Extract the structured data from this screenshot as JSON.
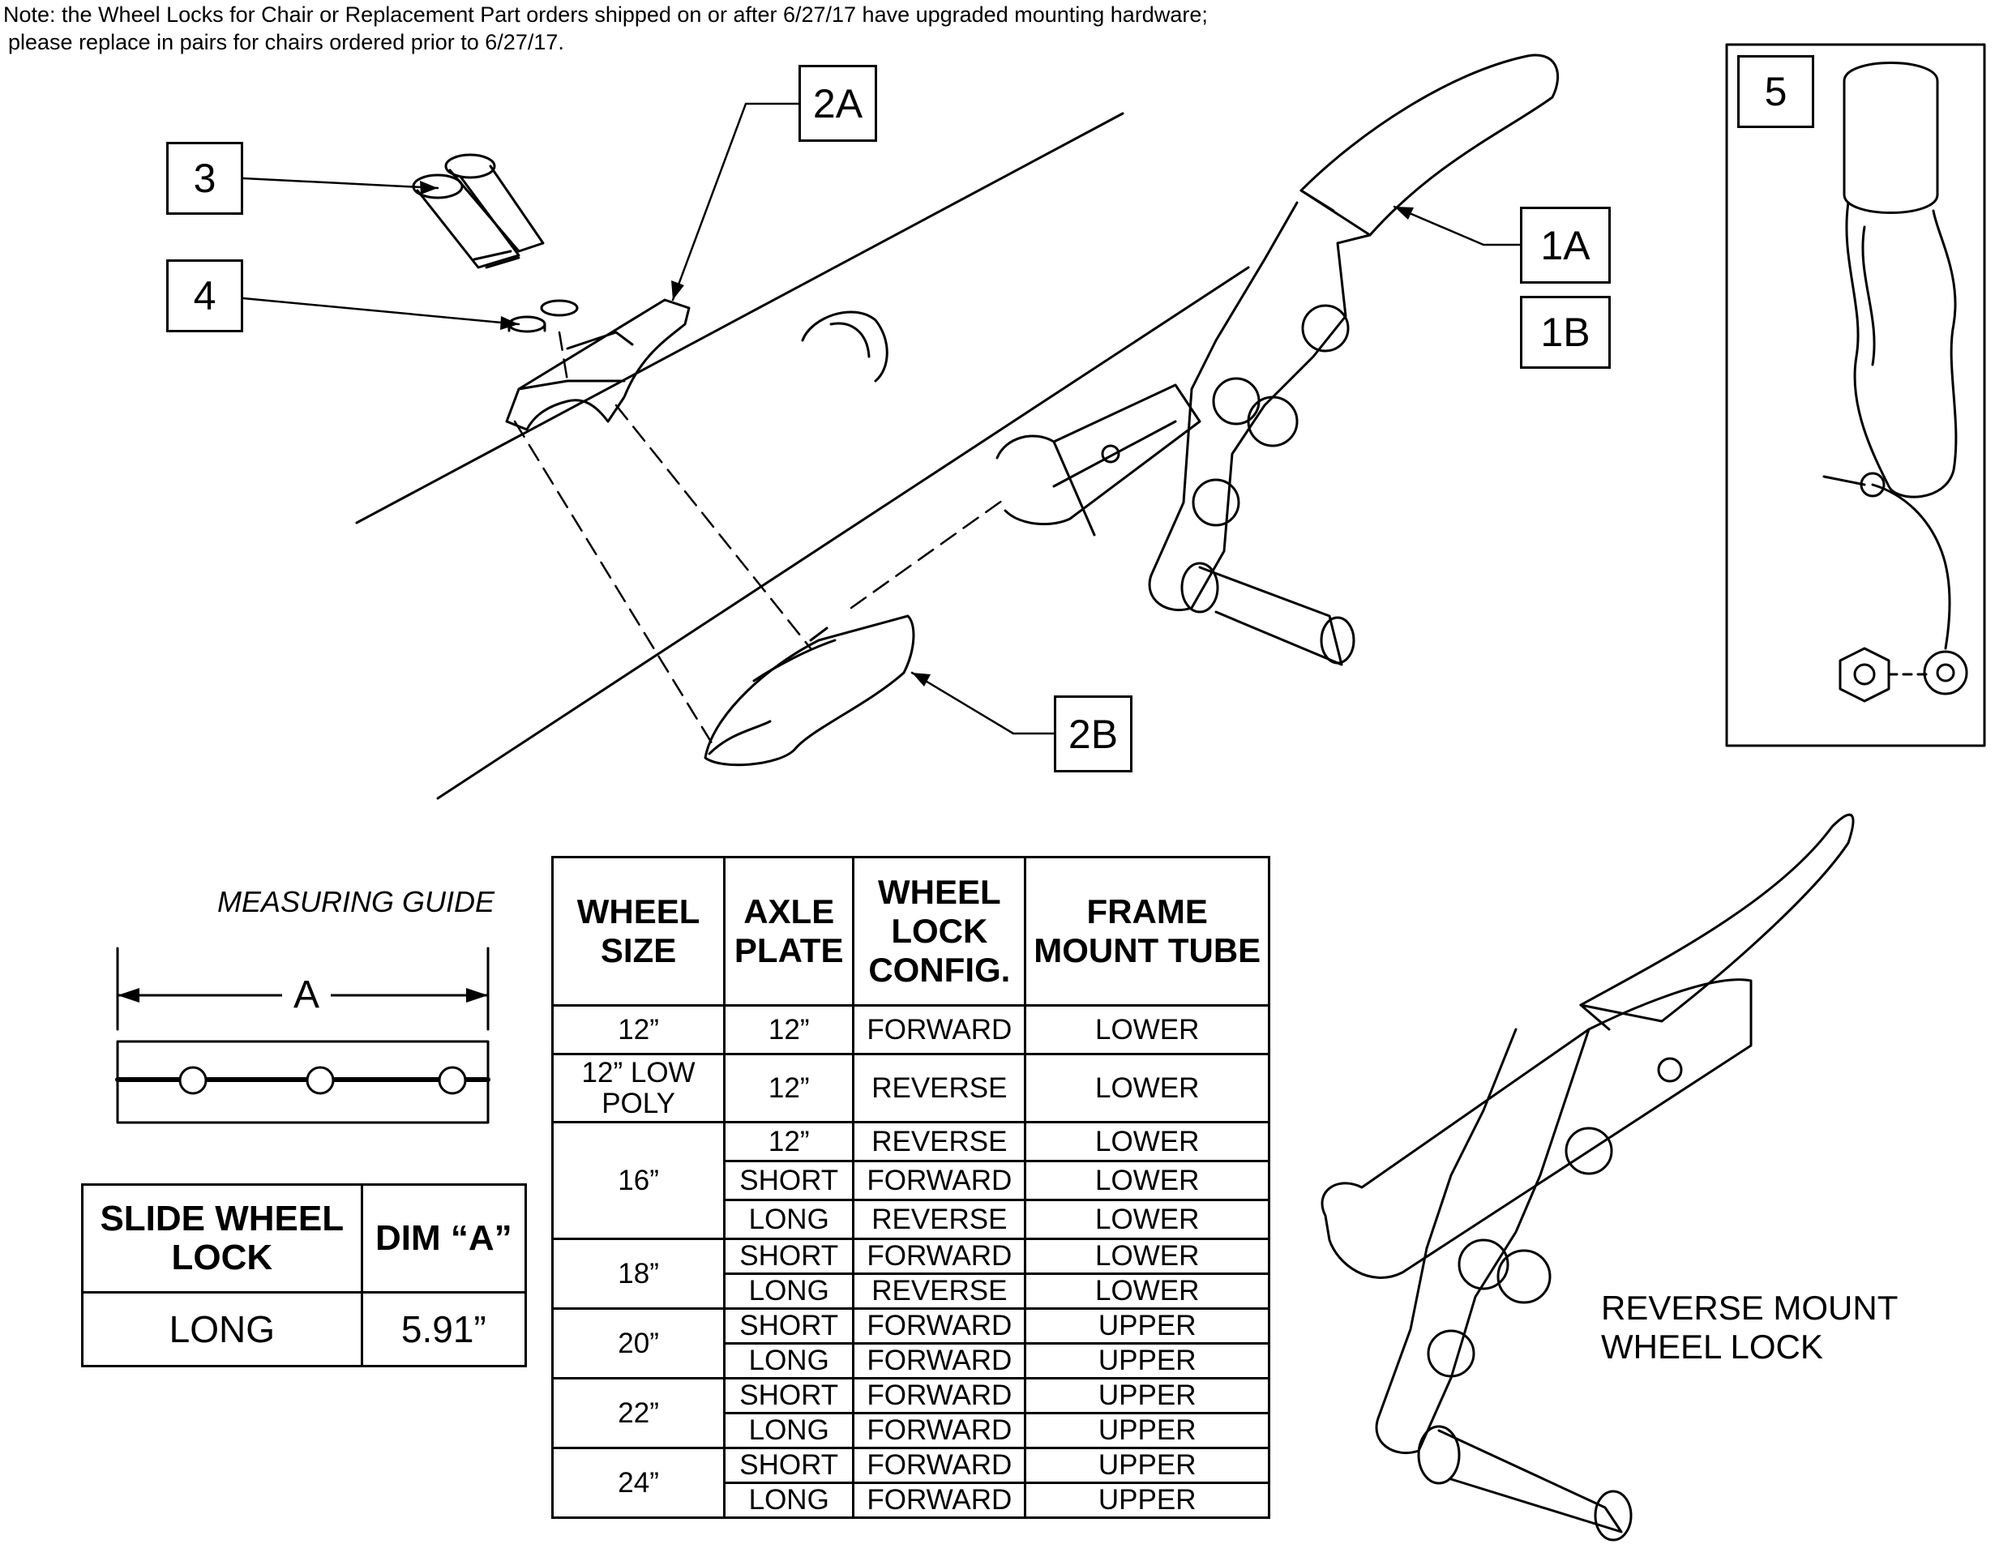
{
  "note": {
    "line1": "Note: the Wheel Locks for Chair or Replacement Part orders shipped on or after 6/27/17 have upgraded mounting hardware;",
    "line2": "please replace in pairs for chairs ordered prior to 6/27/17."
  },
  "callouts": {
    "c1a": "1A",
    "c1b": "1B",
    "c2a": "2A",
    "c2b": "2B",
    "c3": "3",
    "c4": "4",
    "c5": "5"
  },
  "measuring_guide": {
    "title": "MEASURING GUIDE",
    "dim_label": "A"
  },
  "slide_table": {
    "headers": [
      "SLIDE WHEEL LOCK",
      "DIM “A”"
    ],
    "rows": [
      [
        "LONG",
        "5.91”"
      ]
    ]
  },
  "main_table": {
    "headers": [
      "WHEEL SIZE",
      "AXLE PLATE",
      "WHEEL LOCK CONFIG.",
      "FRAME MOUNT TUBE"
    ],
    "rows": [
      {
        "wheel": "12”",
        "axle": "12”",
        "config": "FORWARD",
        "tube": "LOWER"
      },
      {
        "wheel": "12” LOW POLY",
        "axle": "12”",
        "config": "REVERSE",
        "tube": "LOWER"
      },
      {
        "wheel": "16”",
        "axle": "12”",
        "config": "REVERSE",
        "tube": "LOWER"
      },
      {
        "wheel": "",
        "axle": "SHORT",
        "config": "FORWARD",
        "tube": "LOWER"
      },
      {
        "wheel": "",
        "axle": "LONG",
        "config": "REVERSE",
        "tube": "LOWER"
      },
      {
        "wheel": "18”",
        "axle": "SHORT",
        "config": "FORWARD",
        "tube": "LOWER"
      },
      {
        "wheel": "",
        "axle": "LONG",
        "config": "REVERSE",
        "tube": "LOWER"
      },
      {
        "wheel": "20”",
        "axle": "SHORT",
        "config": "FORWARD",
        "tube": "UPPER"
      },
      {
        "wheel": "",
        "axle": "LONG",
        "config": "FORWARD",
        "tube": "UPPER"
      },
      {
        "wheel": "22”",
        "axle": "SHORT",
        "config": "FORWARD",
        "tube": "UPPER"
      },
      {
        "wheel": "",
        "axle": "LONG",
        "config": "FORWARD",
        "tube": "UPPER"
      },
      {
        "wheel": "24”",
        "axle": "SHORT",
        "config": "FORWARD",
        "tube": "UPPER"
      },
      {
        "wheel": "",
        "axle": "LONG",
        "config": "FORWARD",
        "tube": "UPPER"
      }
    ]
  },
  "reverse_label": {
    "line1": "REVERSE MOUNT",
    "line2": "WHEEL LOCK"
  }
}
